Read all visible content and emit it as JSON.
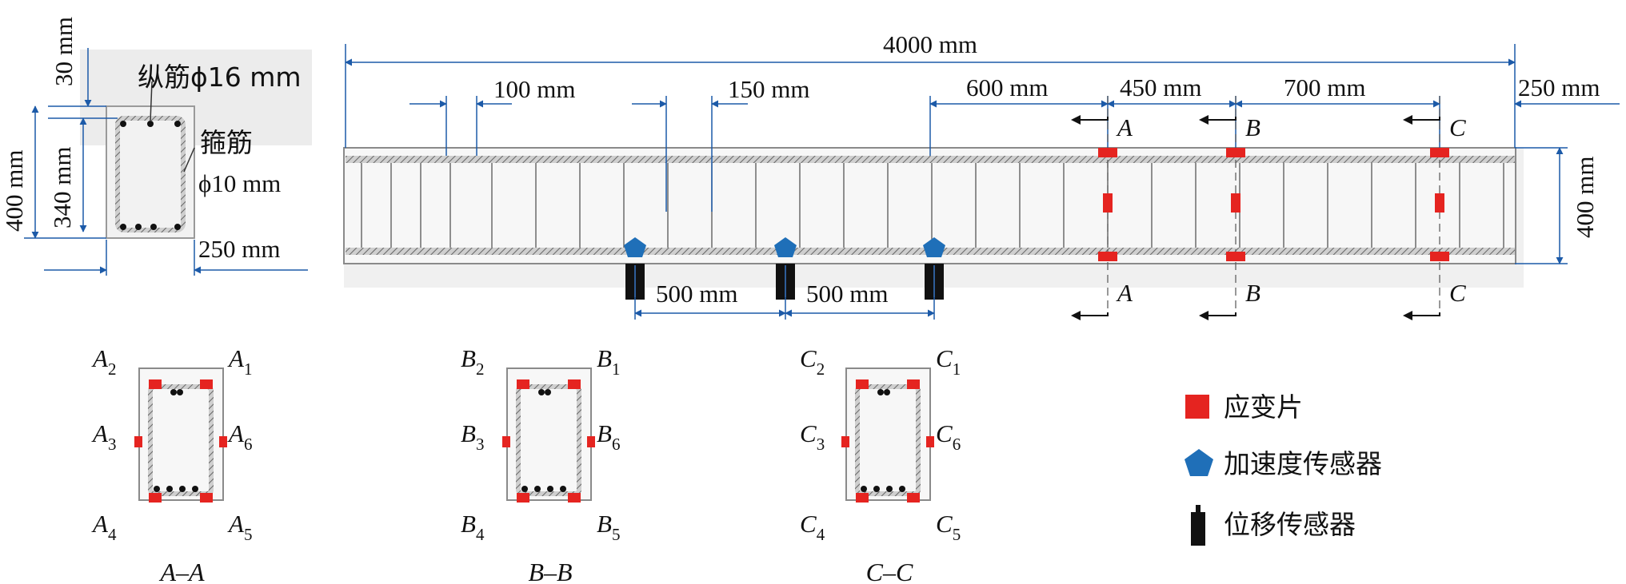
{
  "cross_section": {
    "cover": "30 mm",
    "long_bar": "纵筋ϕ16 mm",
    "stirrup_label": "箍筋",
    "stirrup_size": "ϕ10 mm",
    "height": "400 mm",
    "effective_height": "340 mm",
    "width": "250 mm"
  },
  "beam": {
    "total_length": "4000 mm",
    "spacing_a": "100 mm",
    "spacing_b": "150 mm",
    "seg_600": "600 mm",
    "seg_450": "450 mm",
    "seg_700": "700 mm",
    "seg_250": "250 mm",
    "height": "400 mm",
    "sensor_gap_1": "500 mm",
    "sensor_gap_2": "500 mm",
    "cut_labels": [
      "A",
      "B",
      "C"
    ]
  },
  "sections": [
    {
      "caption": "A–A",
      "letter": "A",
      "points": [
        "2",
        "1",
        "3",
        "6",
        "4",
        "5"
      ]
    },
    {
      "caption": "B–B",
      "letter": "B",
      "points": [
        "2",
        "1",
        "3",
        "6",
        "4",
        "5"
      ]
    },
    {
      "caption": "C–C",
      "letter": "C",
      "points": [
        "2",
        "1",
        "3",
        "6",
        "4",
        "5"
      ]
    }
  ],
  "legend": [
    {
      "label": "应变片",
      "icon": "strain-gauge-icon",
      "color": "#e52420"
    },
    {
      "label": "加速度传感器",
      "icon": "accelerometer-icon",
      "color": "#1f6fb8"
    },
    {
      "label": "位移传感器",
      "icon": "displacement-sensor-icon",
      "color": "#111111"
    }
  ],
  "colors": {
    "dimension": "#1c5aa8",
    "strain_gauge": "#e52420",
    "accelerometer": "#1f6fb8"
  }
}
